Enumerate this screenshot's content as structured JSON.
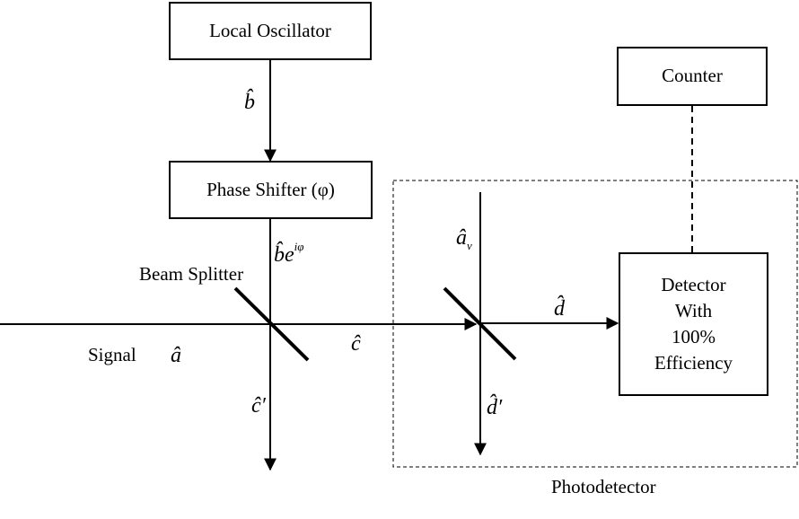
{
  "boxes": {
    "local_oscillator": "Local Oscillator",
    "phase_shifter": "Phase Shifter (φ)",
    "counter": "Counter",
    "detector_line1": "Detector",
    "detector_line2": "With",
    "detector_line3": "100%",
    "detector_line4": "Efficiency"
  },
  "labels": {
    "beam_splitter": "Beam Splitter",
    "signal": "Signal",
    "photodetector": "Photodetector"
  },
  "operators": {
    "b": "b̂",
    "b_shifted_base": "b̂e",
    "b_shifted_exp": "iφ",
    "a": "â",
    "a_v_base": "â",
    "a_v_sub": "v",
    "c": "ĉ",
    "c_prime": "ĉ′",
    "d": "d̂",
    "d_prime": "d̂′"
  }
}
